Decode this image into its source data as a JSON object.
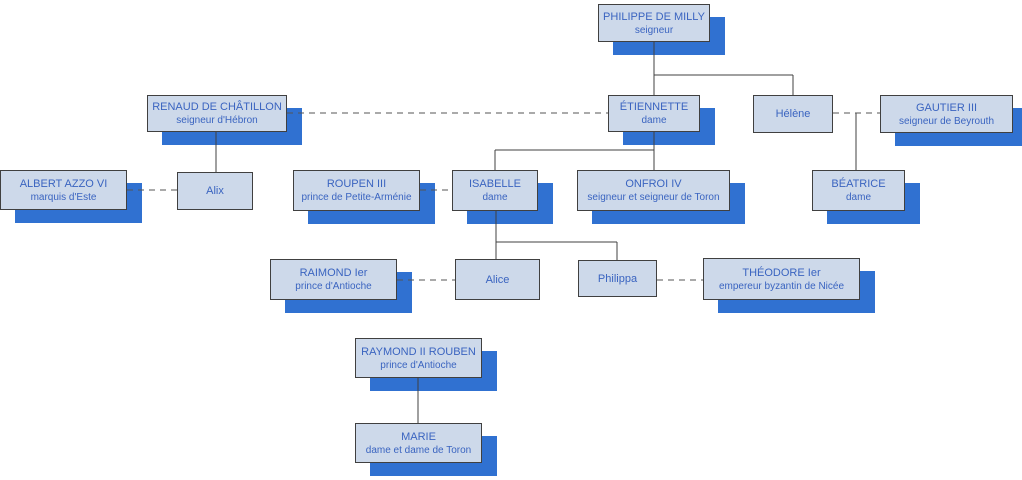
{
  "diagram": {
    "kind": "family-tree",
    "colors": {
      "box_fill": "#CDD9EA",
      "box_border": "#404040",
      "shadow_blue": "#3071D1",
      "text_blue": "#3A64C0",
      "solid_connector": "#404040",
      "dashed_connector": "#555555"
    },
    "nodes": [
      {
        "id": "philippe-de-milly",
        "name": "PHILIPPE DE MILLY",
        "subtitle": "seigneur"
      },
      {
        "id": "renaud-de-chatillon",
        "name": "RENAUD DE CHÂTILLON",
        "subtitle": "seigneur d'Hébron"
      },
      {
        "id": "etiennette",
        "name": "ÉTIENNETTE",
        "subtitle": "dame"
      },
      {
        "id": "helene",
        "name": "Hélène",
        "subtitle": ""
      },
      {
        "id": "gautier-iii",
        "name": "GAUTIER III",
        "subtitle": "seigneur de Beyrouth"
      },
      {
        "id": "albert-azzo-vi",
        "name": "ALBERT AZZO VI",
        "subtitle": "marquis d'Este"
      },
      {
        "id": "alix",
        "name": "Alix",
        "subtitle": ""
      },
      {
        "id": "roupen-iii",
        "name": "ROUPEN III",
        "subtitle": "prince de Petite-Arménie"
      },
      {
        "id": "isabelle",
        "name": "ISABELLE",
        "subtitle": "dame"
      },
      {
        "id": "onfroi-iv",
        "name": "ONFROI IV",
        "subtitle": "seigneur et seigneur de Toron"
      },
      {
        "id": "beatrice",
        "name": "BÉATRICE",
        "subtitle": "dame"
      },
      {
        "id": "raimond-ier",
        "name": "RAIMOND Ier",
        "subtitle": "prince d'Antioche"
      },
      {
        "id": "alice",
        "name": "Alice",
        "subtitle": ""
      },
      {
        "id": "philippa",
        "name": "Philippa",
        "subtitle": ""
      },
      {
        "id": "theodore-ier",
        "name": "THÉODORE Ier",
        "subtitle": "empereur byzantin de Nicée"
      },
      {
        "id": "raymond-ii-rouben",
        "name": "RAYMOND II ROUBEN",
        "subtitle": "prince d'Antioche"
      },
      {
        "id": "marie",
        "name": "MARIE",
        "subtitle": "dame et dame de Toron"
      }
    ]
  }
}
